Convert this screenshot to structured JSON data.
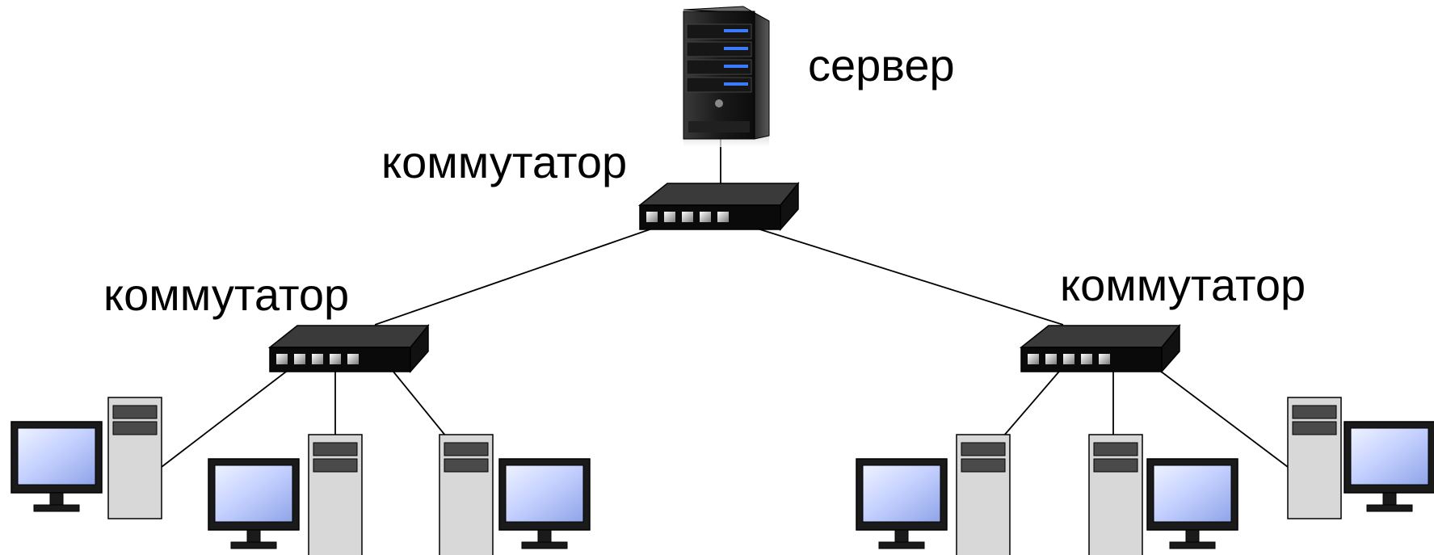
{
  "nodes": {
    "server": {
      "label": "сервер"
    },
    "switch_top": {
      "label": "коммутатор"
    },
    "switch_left": {
      "label": "коммутатор"
    },
    "switch_right": {
      "label": "коммутатор"
    }
  },
  "colors": {
    "line": "#000000",
    "monitor_screen": "#c8d4ff",
    "monitor_frame": "#1a1a1a",
    "tower_body": "#d6d6d6",
    "switch_body": "#0a0a0a",
    "server_led": "#3a7bff"
  }
}
